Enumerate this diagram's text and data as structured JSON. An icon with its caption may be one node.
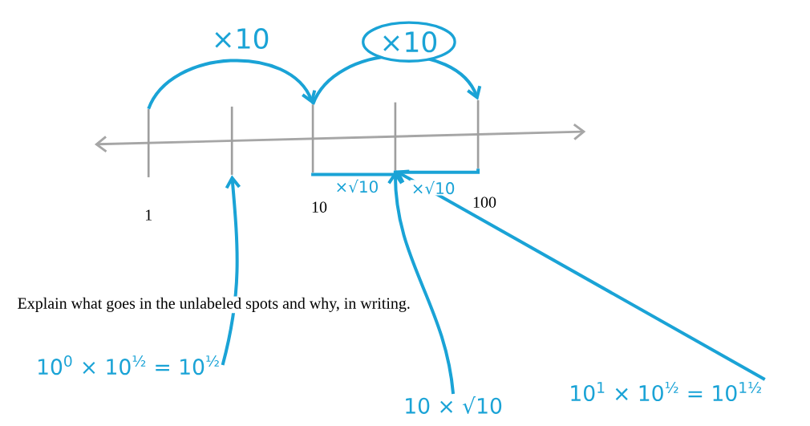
{
  "diagram": {
    "nodes": [
      {
        "text": [
          "1"
        ]
      },
      {
        "text": [],
        "shape": "bar"
      },
      {
        "text": [
          "10"
        ]
      },
      {
        "text": [],
        "shape": "bar"
      },
      {
        "text": [
          "100"
        ]
      },
      {
        "text": [
          "10$^{0}$ × 10$^{½}$ = 10$^{½}$"
        ]
      },
      {
        "text": [
          "10 × √10"
        ]
      },
      {
        "text": [
          "10$^{1}$ × 10$^{½}$ = 10$^{1½}$"
        ]
      }
    ],
    "edges": [
      {
        "from": 0,
        "to": 2,
        "arrow": "to",
        "label": "×10"
      },
      {
        "from": 2,
        "to": 4,
        "arrow": "to",
        "label": "×10"
      },
      {
        "from": 2,
        "to": 3,
        "arrow": "none",
        "label": "×√10"
      },
      {
        "from": 3,
        "to": 4,
        "arrow": "none",
        "label": "×√10"
      },
      {
        "from": 5,
        "to": 1,
        "arrow": "to"
      },
      {
        "from": 6,
        "to": 3,
        "arrow": "to"
      },
      {
        "from": 7,
        "to": 3,
        "arrow": "to"
      }
    ],
    "labels": [
      "Explain what goes in the unlabeled spots and why, in writing."
    ]
  }
}
